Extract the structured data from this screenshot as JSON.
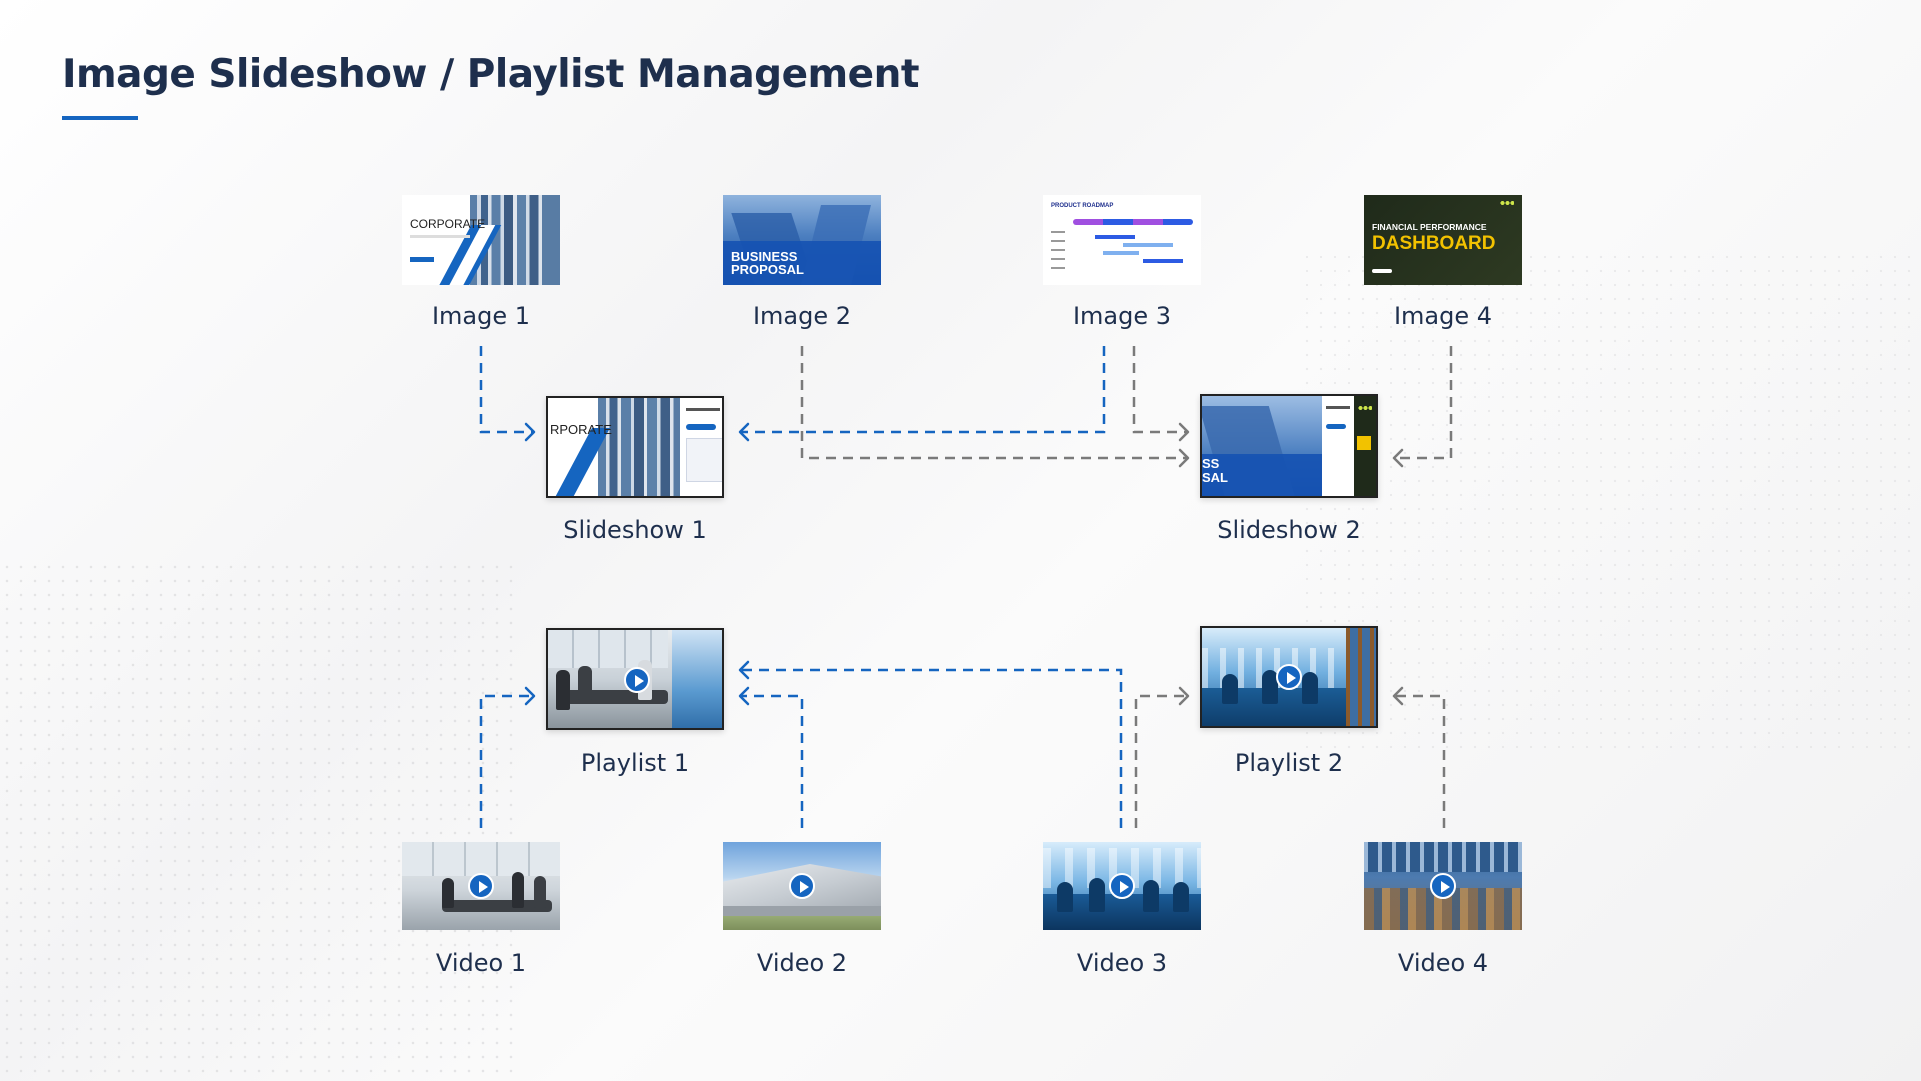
{
  "title": "Image Slideshow / Playlist Management",
  "colors": {
    "accent": "#1565c0",
    "title": "#1e2f4d",
    "dashed_blue": "#1565c0",
    "dashed_gray": "#7a7a7a"
  },
  "images": [
    {
      "label": "Image 1",
      "thumb_text": "CORPORATE"
    },
    {
      "label": "Image 2",
      "thumb_text_1": "BUSINESS",
      "thumb_text_2": "PROPOSAL"
    },
    {
      "label": "Image 3",
      "thumb_text": "PRODUCT ROADMAP"
    },
    {
      "label": "Image 4",
      "thumb_text_1": "FINANCIAL PERFORMANCE",
      "thumb_text_2": "DASHBOARD"
    }
  ],
  "slideshows": [
    {
      "label": "Slideshow 1",
      "thumb_text": "RPORATE"
    },
    {
      "label": "Slideshow 2",
      "thumb_text_1": "SS",
      "thumb_text_2": "SAL"
    }
  ],
  "playlists": [
    {
      "label": "Playlist 1"
    },
    {
      "label": "Playlist 2"
    }
  ],
  "videos": [
    {
      "label": "Video 1"
    },
    {
      "label": "Video 2"
    },
    {
      "label": "Video 3"
    },
    {
      "label": "Video 4"
    }
  ]
}
